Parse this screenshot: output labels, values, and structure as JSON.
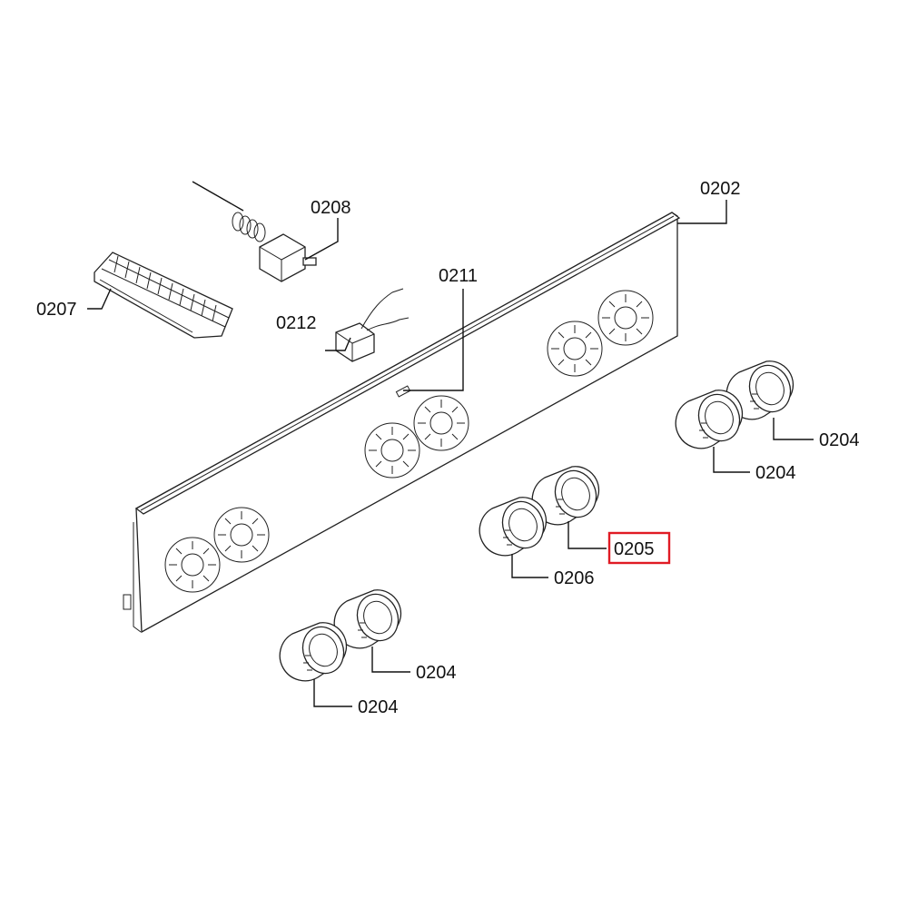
{
  "labels": {
    "p0202": "0202",
    "p0208": "0208",
    "p0207": "0207",
    "p0211": "0211",
    "p0212": "0212",
    "p0204_a": "0204",
    "p0204_b": "0204",
    "p0205": "0205",
    "p0206": "0206",
    "p0204_c": "0204",
    "p0204_d": "0204"
  },
  "highlight": {
    "part": "0205",
    "color": "#e01b24"
  }
}
